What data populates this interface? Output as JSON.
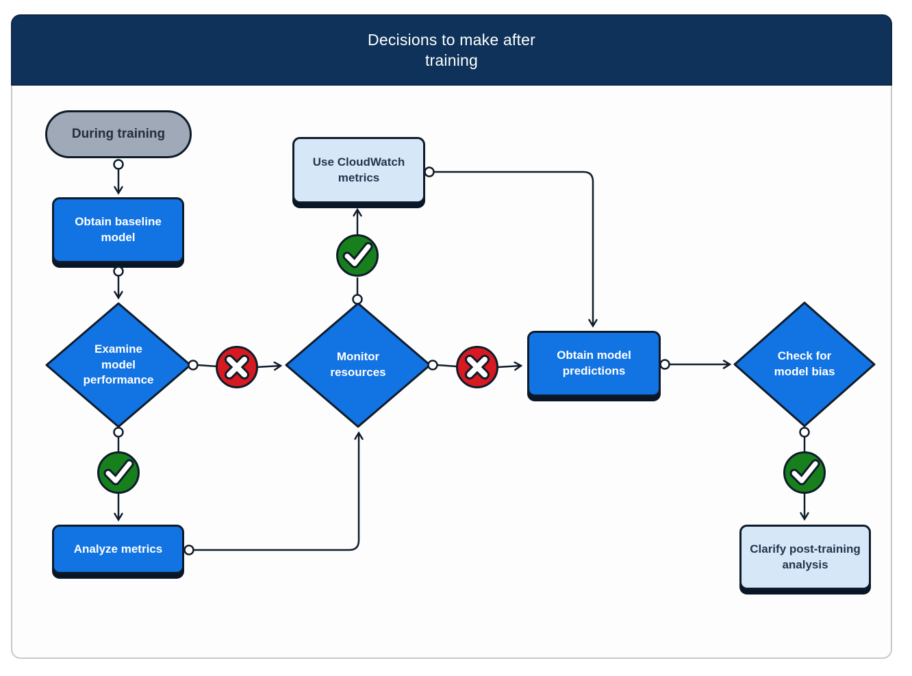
{
  "header": {
    "title": "Decisions to make after\ntraining",
    "background_color": "#0e3259",
    "text_color": "#ffffff"
  },
  "colors": {
    "process_blue": "#1273e3",
    "info_light_blue": "#d6e8f8",
    "start_gray": "#9fa9b7",
    "outline_dark": "#0e1b2a",
    "connector": "#101c2b",
    "fail_red": "#d71a21",
    "pass_green": "#17801d",
    "card_border": "#c8c8c8"
  },
  "nodes": {
    "during_training": {
      "label": "During training",
      "shape": "pill"
    },
    "obtain_baseline_model": {
      "label": "Obtain baseline model",
      "shape": "process"
    },
    "examine_model_performance": {
      "label": "Examine model performance",
      "shape": "decision"
    },
    "monitor_resources": {
      "label": "Monitor resources",
      "shape": "decision"
    },
    "use_cloudwatch_metrics": {
      "label": "Use CloudWatch metrics",
      "shape": "info"
    },
    "obtain_model_predictions": {
      "label": "Obtain model predictions",
      "shape": "process"
    },
    "check_for_model_bias": {
      "label": "Check for model bias",
      "shape": "decision"
    },
    "analyze_metrics": {
      "label": "Analyze metrics",
      "shape": "process"
    },
    "clarify_post_training_analysis": {
      "label": "Clarify post-training analysis",
      "shape": "info"
    }
  },
  "badges": {
    "fail_after_examine": "fail-icon",
    "fail_after_monitor": "fail-icon",
    "pass_after_examine": "pass-icon",
    "pass_after_monitor": "pass-icon",
    "pass_after_check_bias": "pass-icon"
  },
  "edges": [
    "during_training -> obtain_baseline_model",
    "obtain_baseline_model -> examine_model_performance",
    "examine_model_performance -(fail)-> monitor_resources",
    "examine_model_performance -(pass)-> analyze_metrics",
    "analyze_metrics -> monitor_resources",
    "monitor_resources -(pass)-> use_cloudwatch_metrics",
    "use_cloudwatch_metrics -> obtain_model_predictions",
    "monitor_resources -(fail)-> obtain_model_predictions",
    "obtain_model_predictions -> check_for_model_bias",
    "check_for_model_bias -(pass)-> clarify_post_training_analysis"
  ]
}
